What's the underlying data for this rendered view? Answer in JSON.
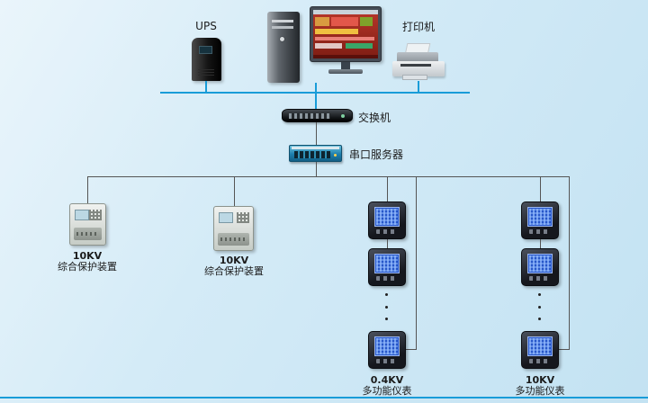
{
  "nodes": {
    "ups": {
      "label": "UPS"
    },
    "printer": {
      "label": "打印机"
    },
    "switch": {
      "label": "交换机"
    },
    "serial_server": {
      "label": "串口服务器"
    },
    "protection_a": {
      "kv": "10KV",
      "name": "综合保护装置"
    },
    "protection_b": {
      "kv": "10KV",
      "name": "综合保护装置"
    },
    "meter_column_a": {
      "kv": "0.4KV",
      "name": "多功能仪表"
    },
    "meter_column_b": {
      "kv": "10KV",
      "name": "多功能仪表"
    }
  },
  "colors": {
    "background": "#d4ebf7",
    "network_bus": "#199cd8",
    "branch_line": "#555555",
    "meter_screen": "#2757c9"
  }
}
